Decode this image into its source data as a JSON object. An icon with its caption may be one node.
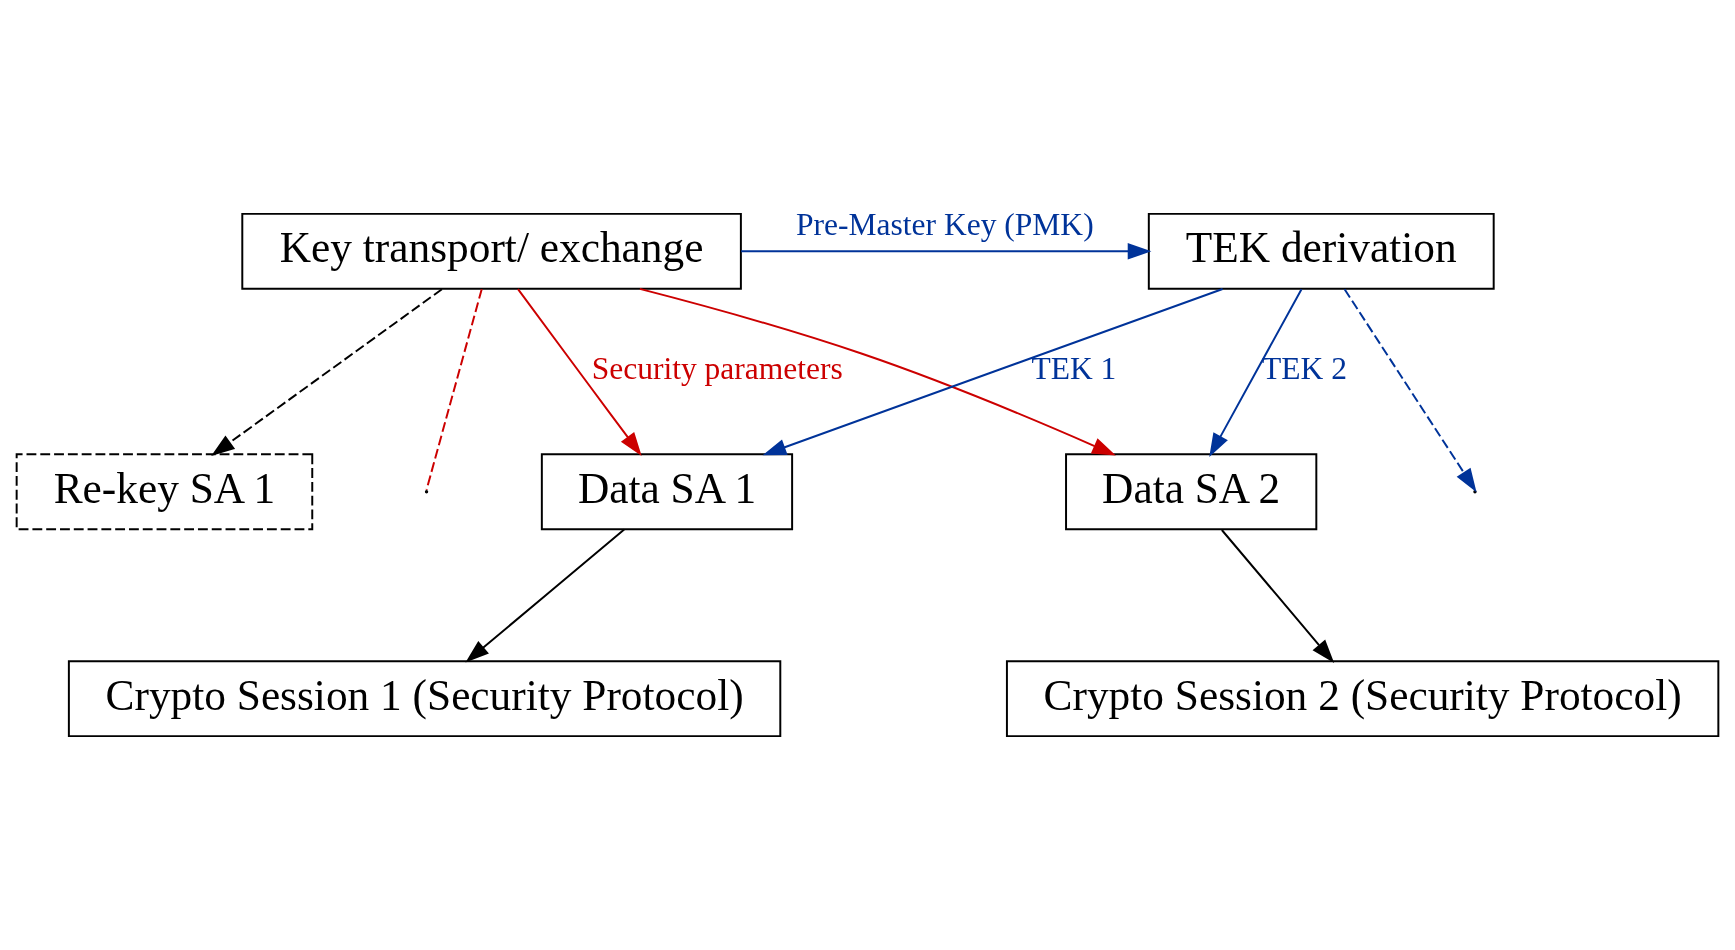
{
  "diagram": {
    "nodes": [
      {
        "text": [
          "Key transport/ exchange"
        ]
      },
      {
        "text": [
          "TEK derivation"
        ]
      },
      {
        "text": [
          "Re-key SA 1"
        ]
      },
      {
        "text": [
          "Data SA 1"
        ]
      },
      {
        "text": [
          "Data SA 2"
        ]
      },
      {
        "text": [
          "Crypto Session 1 (Security Protocol)"
        ]
      },
      {
        "text": [
          "Crypto Session 2 (Security Protocol)"
        ]
      }
    ],
    "edges": [
      {
        "from": 0,
        "to": 1,
        "arrow": "to",
        "label": "Pre-Master Key (PMK)",
        "color": "#003399"
      },
      {
        "from": 0,
        "to": 2,
        "arrow": "to",
        "style": "dashed",
        "color": "#000000"
      },
      {
        "from": 0,
        "to": 3,
        "arrow": "to",
        "label": "Security parameters",
        "color": "#cc0000"
      },
      {
        "from": 0,
        "to": 4,
        "arrow": "to",
        "color": "#cc0000"
      },
      {
        "from": 0,
        "to": null,
        "arrow": "none",
        "style": "dashed",
        "color": "#cc0000"
      },
      {
        "from": 1,
        "to": 3,
        "arrow": "to",
        "label": "TEK 1",
        "color": "#003399"
      },
      {
        "from": 1,
        "to": 4,
        "arrow": "to",
        "label": "TEK 2",
        "color": "#003399"
      },
      {
        "from": 1,
        "to": null,
        "arrow": "to",
        "style": "dashed",
        "color": "#003399"
      },
      {
        "from": 3,
        "to": 5,
        "arrow": "to",
        "color": "#000000"
      },
      {
        "from": 4,
        "to": 6,
        "arrow": "to",
        "color": "#000000"
      }
    ]
  }
}
